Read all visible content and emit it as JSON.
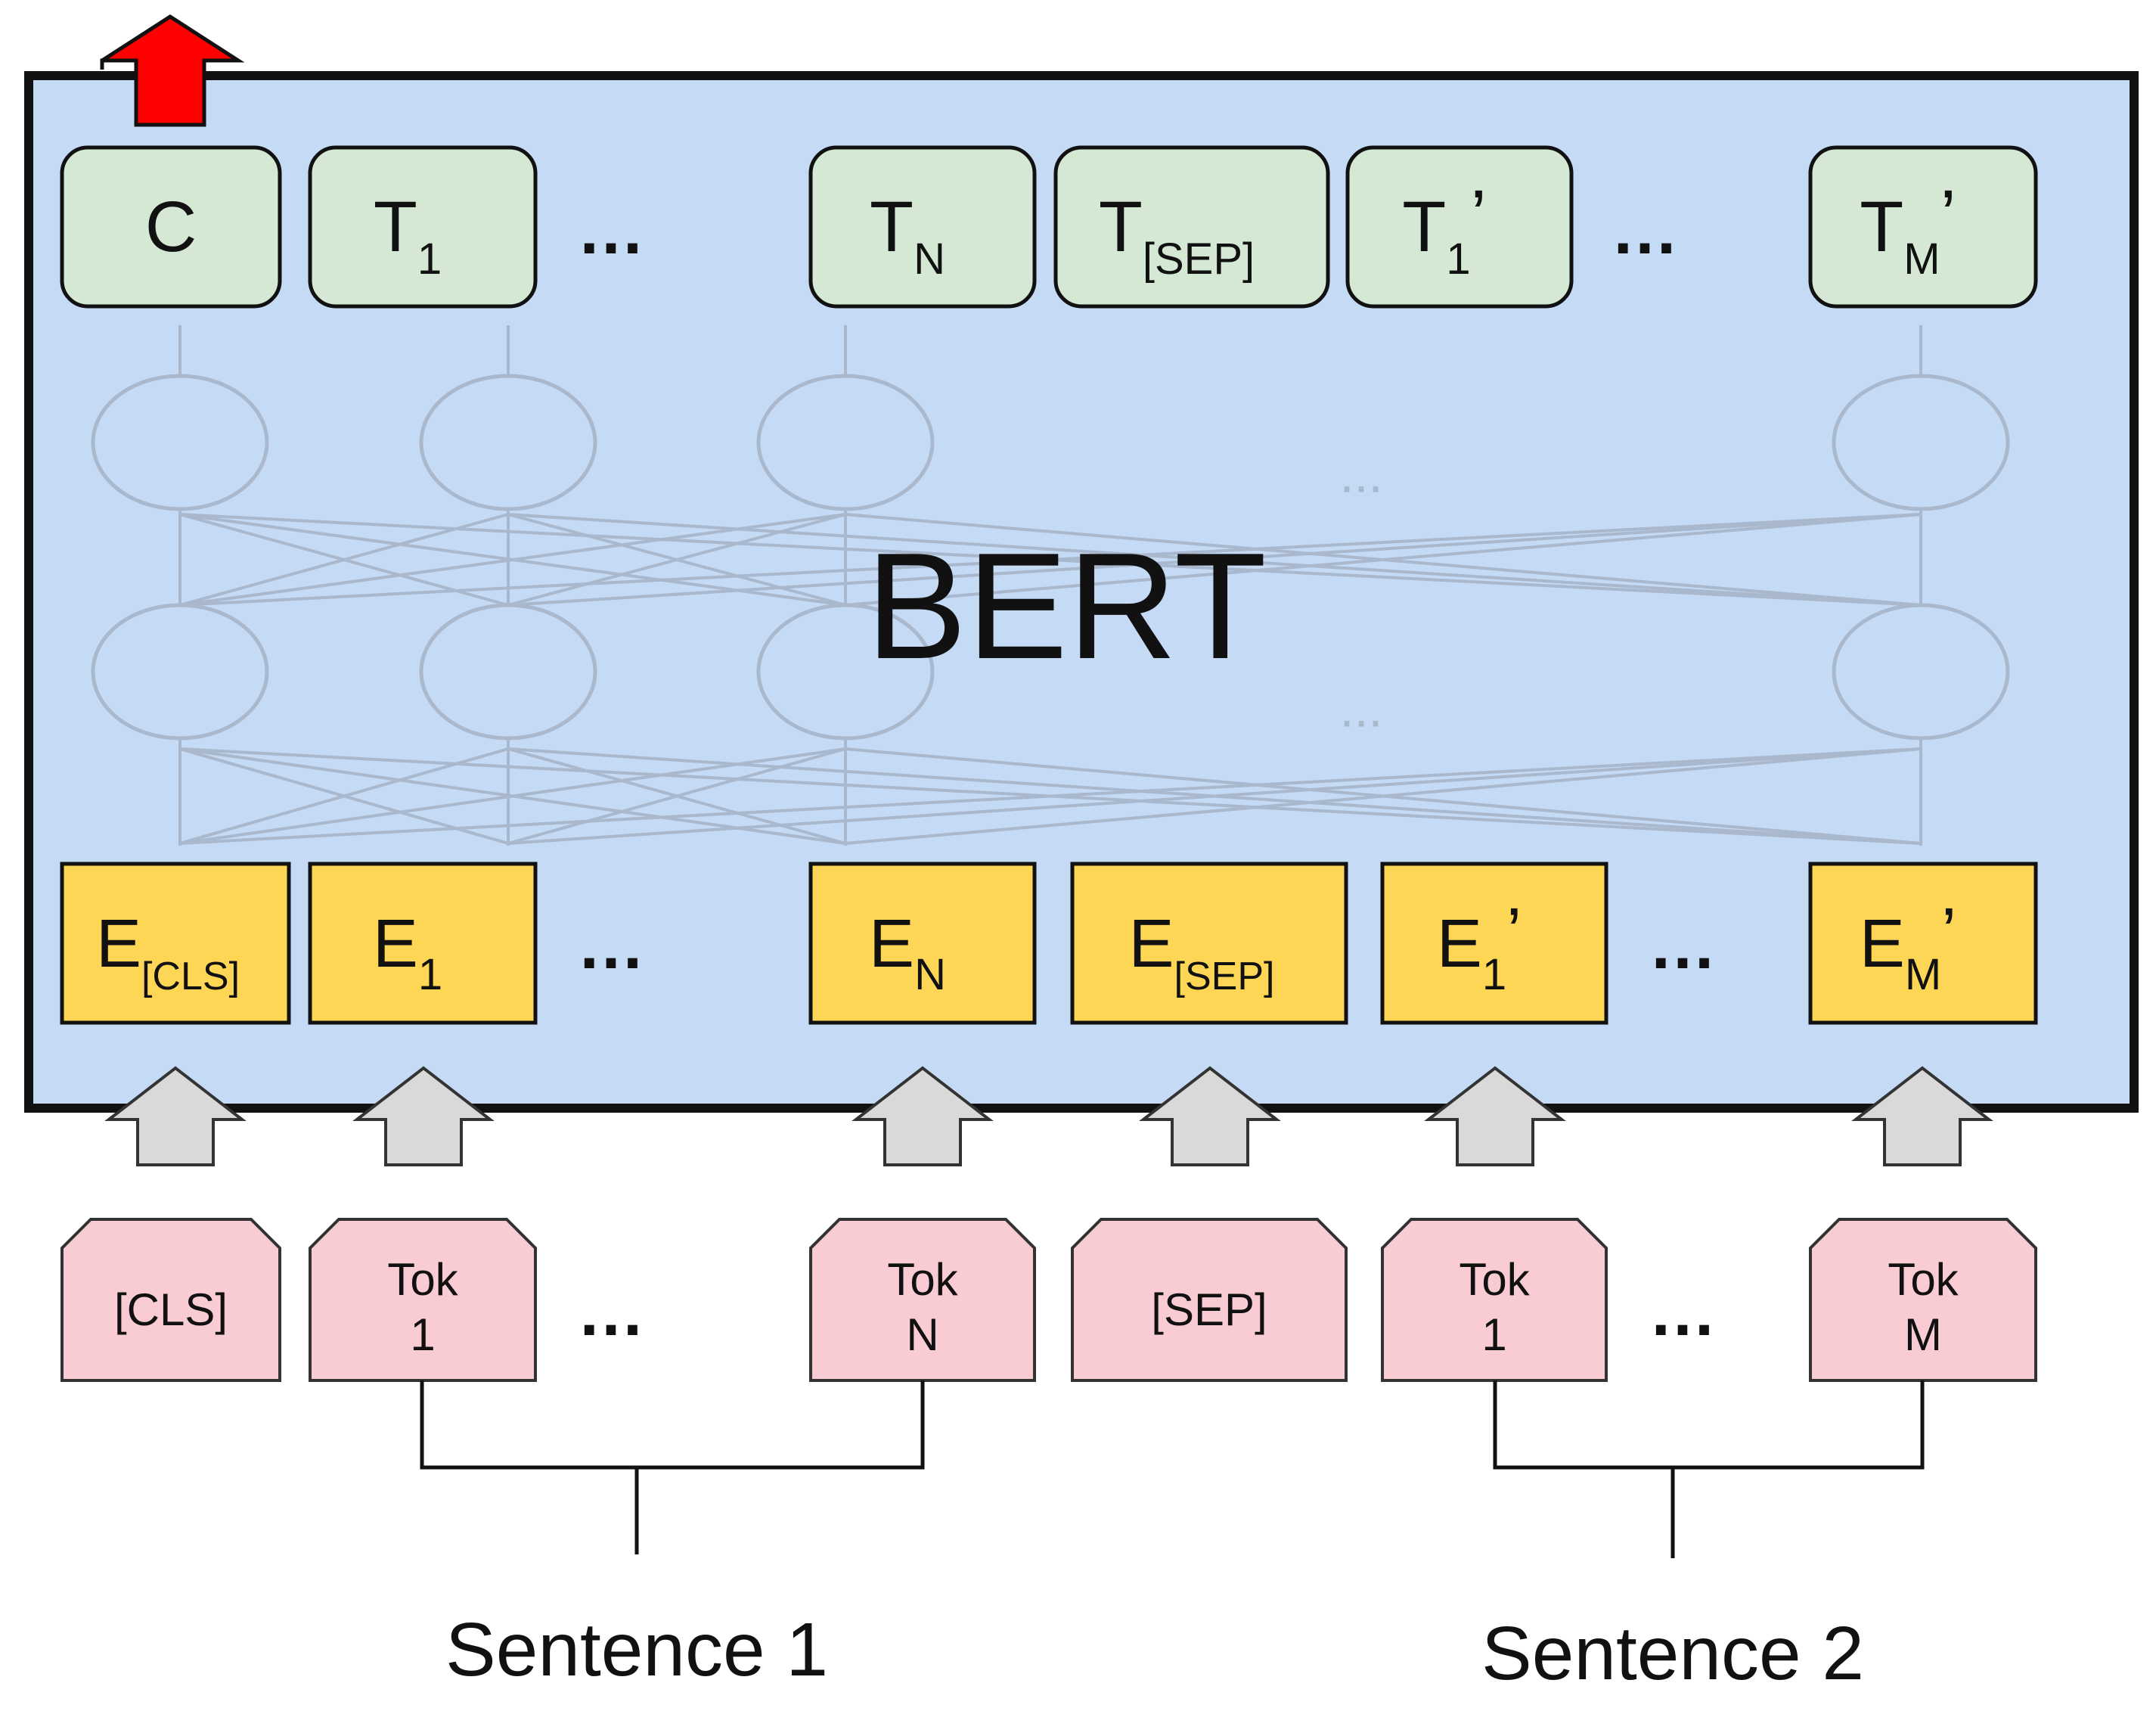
{
  "diagram": {
    "model_label": "BERT",
    "colors": {
      "bert_panel": "#c5daf5",
      "output_box": "#d5e8d4",
      "embedding_box": "#fdd655",
      "token_box": "#f8ccd2",
      "input_arrow": "#d9d9d9",
      "output_arrow": "#ff0000",
      "faint_network": "#a9b8cc"
    },
    "outputs": [
      {
        "main": "C",
        "sub": ""
      },
      {
        "main": "T",
        "sub": "1"
      },
      {
        "main": "…",
        "sub": ""
      },
      {
        "main": "T",
        "sub": "N"
      },
      {
        "main": "T",
        "sub": "[SEP]"
      },
      {
        "main": "T",
        "sub": "1",
        "prime": "’"
      },
      {
        "main": "…",
        "sub": ""
      },
      {
        "main": "T",
        "sub": "M",
        "prime": "’"
      }
    ],
    "embeddings": [
      {
        "main": "E",
        "sub": "[CLS]"
      },
      {
        "main": "E",
        "sub": "1"
      },
      {
        "main": "…",
        "sub": ""
      },
      {
        "main": "E",
        "sub": "N"
      },
      {
        "main": "E",
        "sub": "[SEP]"
      },
      {
        "main": "E",
        "sub": "1",
        "prime": "’"
      },
      {
        "main": "…",
        "sub": ""
      },
      {
        "main": "E",
        "sub": "M",
        "prime": "’"
      }
    ],
    "tokens": [
      {
        "line1": "[CLS]",
        "line2": ""
      },
      {
        "line1": "Tok",
        "line2": "1"
      },
      {
        "line1": "…",
        "line2": ""
      },
      {
        "line1": "Tok",
        "line2": "N"
      },
      {
        "line1": "[SEP]",
        "line2": ""
      },
      {
        "line1": "Tok",
        "line2": "1"
      },
      {
        "line1": "…",
        "line2": ""
      },
      {
        "line1": "Tok",
        "line2": "M"
      }
    ],
    "hidden_dots": "…",
    "sentences": [
      "Sentence 1",
      "Sentence 2"
    ]
  }
}
